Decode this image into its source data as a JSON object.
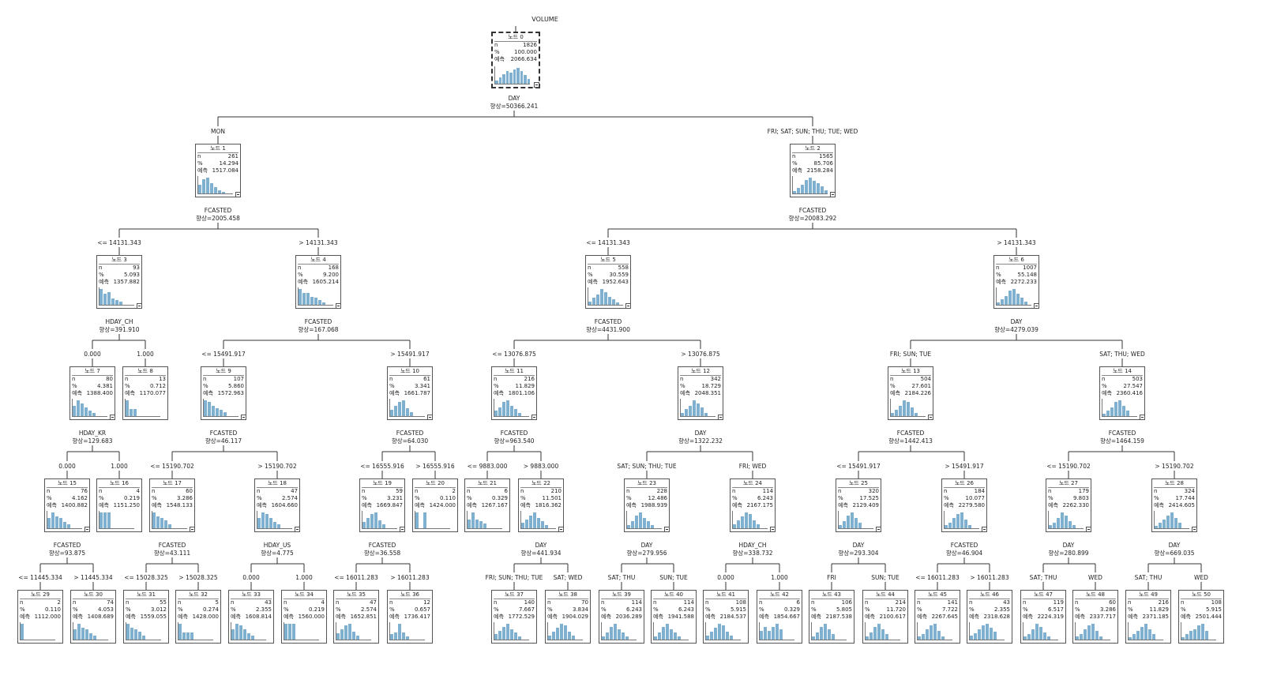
{
  "tree": {
    "target": "VOLUME",
    "nodes": [
      {
        "id": 0,
        "title": "노드 0",
        "n": "1826",
        "pct": "100.000",
        "pred": "2066.634",
        "hist": [
          4,
          7,
          11,
          14,
          13,
          16,
          18,
          14,
          10,
          5
        ],
        "split_var": "DAY",
        "split_gain": "향상=50366.241"
      },
      {
        "id": 1,
        "title": "노드 1",
        "n": "261",
        "pct": "14.294",
        "pred": "1517.084",
        "hist": [
          10,
          16,
          18,
          12,
          7,
          4,
          2
        ],
        "edge": "MON",
        "split_var": "FCASTED",
        "split_gain": "향상=2005.458"
      },
      {
        "id": 2,
        "title": "노드 2",
        "n": "1565",
        "pct": "85.706",
        "pred": "2158.284",
        "hist": [
          3,
          6,
          10,
          15,
          18,
          14,
          12,
          8,
          4
        ],
        "edge": "FRI; SAT; SUN; THU; TUE; WED",
        "split_var": "FCASTED",
        "split_gain": "향상=20083.292"
      },
      {
        "id": 3,
        "title": "노드 3",
        "n": "93",
        "pct": "5.093",
        "pred": "1357.882",
        "hist": [
          20,
          14,
          16,
          8,
          6,
          4
        ],
        "edge": "<= 14131.343",
        "split_var": "HDAY_CH",
        "split_gain": "향상=391.910"
      },
      {
        "id": 4,
        "title": "노드 4",
        "n": "168",
        "pct": "9.200",
        "pred": "1605.214",
        "hist": [
          16,
          12,
          12,
          8,
          7,
          5,
          2
        ],
        "edge": "> 14131.343",
        "split_var": "FCASTED",
        "split_gain": "향상=167.068"
      },
      {
        "id": 5,
        "title": "노드 5",
        "n": "558",
        "pct": "30.559",
        "pred": "1952.643",
        "hist": [
          4,
          8,
          12,
          18,
          14,
          9,
          6,
          3
        ],
        "edge": "<= 14131.343",
        "split_var": "FCASTED",
        "split_gain": "향상=4431.900"
      },
      {
        "id": 6,
        "title": "노드 6",
        "n": "1007",
        "pct": "55.148",
        "pred": "2272.233",
        "hist": [
          3,
          6,
          10,
          16,
          18,
          13,
          8,
          4
        ],
        "edge": "> 14131.343",
        "split_var": "DAY",
        "split_gain": "향상=4279.039"
      },
      {
        "id": 7,
        "title": "노드 7",
        "n": "80",
        "pct": "4.381",
        "pred": "1388.400",
        "hist": [
          12,
          18,
          14,
          10,
          6,
          4
        ],
        "edge": "0.000",
        "split_var": "HDAY_KR",
        "split_gain": "향상=129.683"
      },
      {
        "id": 8,
        "title": "노드 8",
        "n": "13",
        "pct": "0.712",
        "pred": "1170.077",
        "hist": [
          18,
          8,
          8,
          0,
          0
        ],
        "edge": "1.000"
      },
      {
        "id": 9,
        "title": "노드 9",
        "n": "107",
        "pct": "5.860",
        "pred": "1572.963",
        "hist": [
          16,
          14,
          10,
          8,
          6,
          4
        ],
        "edge": "<= 15491.917",
        "split_var": "FCASTED",
        "split_gain": "향상=46.117"
      },
      {
        "id": 10,
        "title": "노드 10",
        "n": "61",
        "pct": "3.341",
        "pred": "1661.787",
        "hist": [
          6,
          10,
          14,
          16,
          8,
          4
        ],
        "edge": "> 15491.917",
        "split_var": "FCASTED",
        "split_gain": "향상=64.030"
      },
      {
        "id": 11,
        "title": "노드 11",
        "n": "216",
        "pct": "11.829",
        "pred": "1801.106",
        "hist": [
          6,
          10,
          16,
          18,
          12,
          8,
          4
        ],
        "edge": "<= 13076.875",
        "split_var": "FCASTED",
        "split_gain": "향상=963.540"
      },
      {
        "id": 12,
        "title": "노드 12",
        "n": "342",
        "pct": "18.729",
        "pred": "2048.351",
        "hist": [
          4,
          8,
          12,
          18,
          14,
          10,
          4
        ],
        "edge": "> 13076.875",
        "split_var": "DAY",
        "split_gain": "향상=1322.232"
      },
      {
        "id": 13,
        "title": "노드 13",
        "n": "504",
        "pct": "27.601",
        "pred": "2184.226",
        "hist": [
          4,
          7,
          12,
          18,
          16,
          10,
          4
        ],
        "edge": "FRI; SUN; TUE",
        "split_var": "FCASTED",
        "split_gain": "향상=1442.413"
      },
      {
        "id": 14,
        "title": "노드 14",
        "n": "503",
        "pct": "27.547",
        "pred": "2360.416",
        "hist": [
          3,
          6,
          10,
          16,
          18,
          12,
          6
        ],
        "edge": "SAT; THU; WED",
        "split_var": "FCASTED",
        "split_gain": "향상=1464.159"
      },
      {
        "id": 15,
        "title": "노드 15",
        "n": "76",
        "pct": "4.162",
        "pred": "1400.882",
        "hist": [
          10,
          16,
          12,
          10,
          6,
          4
        ],
        "edge": "0.000",
        "split_var": "FCASTED",
        "split_gain": "향상=93.875"
      },
      {
        "id": 16,
        "title": "노드 16",
        "n": "4",
        "pct": "0.219",
        "pred": "1151.250",
        "hist": [
          18,
          18,
          18,
          0
        ],
        "edge": "1.000"
      },
      {
        "id": 17,
        "title": "노드 17",
        "n": "60",
        "pct": "3.286",
        "pred": "1548.133",
        "hist": [
          16,
          12,
          10,
          8,
          4
        ],
        "edge": "<= 15190.702",
        "split_var": "FCASTED",
        "split_gain": "향상=43.111"
      },
      {
        "id": 18,
        "title": "노드 18",
        "n": "47",
        "pct": "2.574",
        "pred": "1604.660",
        "hist": [
          10,
          16,
          14,
          10,
          6,
          4
        ],
        "edge": "> 15190.702",
        "split_var": "HDAY_US",
        "split_gain": "향상=4.775"
      },
      {
        "id": 19,
        "title": "노드 19",
        "n": "59",
        "pct": "3.231",
        "pred": "1669.847",
        "hist": [
          6,
          10,
          14,
          16,
          8,
          4
        ],
        "edge": "<= 16555.916",
        "split_var": "FCASTED",
        "split_gain": "향상=36.558"
      },
      {
        "id": 20,
        "title": "노드 20",
        "n": "2",
        "pct": "0.110",
        "pred": "1424.000",
        "hist": [
          18,
          0,
          18
        ],
        "edge": "> 16555.916"
      },
      {
        "id": 21,
        "title": "노드 21",
        "n": "6",
        "pct": "0.329",
        "pred": "1267.167",
        "hist": [
          8,
          14,
          8,
          6,
          4
        ],
        "edge": "<= 9883.000"
      },
      {
        "id": 22,
        "title": "노드 22",
        "n": "210",
        "pct": "11.501",
        "pred": "1816.362",
        "hist": [
          6,
          10,
          14,
          18,
          12,
          8,
          4
        ],
        "edge": "> 9883.000",
        "split_var": "DAY",
        "split_gain": "향상=441.934"
      },
      {
        "id": 23,
        "title": "노드 23",
        "n": "228",
        "pct": "12.486",
        "pred": "1988.939",
        "hist": [
          4,
          8,
          14,
          18,
          12,
          8,
          4
        ],
        "edge": "SAT; SUN; THU; TUE",
        "split_var": "DAY",
        "split_gain": "향상=279.956"
      },
      {
        "id": 24,
        "title": "노드 24",
        "n": "114",
        "pct": "6.243",
        "pred": "2167.175",
        "hist": [
          4,
          8,
          12,
          16,
          14,
          8,
          4
        ],
        "edge": "FRI; WED",
        "split_var": "HDAY_CH",
        "split_gain": "향상=338.732"
      },
      {
        "id": 25,
        "title": "노드 25",
        "n": "320",
        "pct": "17.525",
        "pred": "2129.409",
        "hist": [
          4,
          8,
          14,
          18,
          12,
          6
        ],
        "edge": "<= 15491.917",
        "split_var": "DAY",
        "split_gain": "향상=293.304"
      },
      {
        "id": 26,
        "title": "노드 26",
        "n": "184",
        "pct": "10.077",
        "pred": "2279.580",
        "hist": [
          4,
          6,
          12,
          16,
          18,
          10,
          4
        ],
        "edge": "> 15491.917",
        "split_var": "FCASTED",
        "split_gain": "향상=46.904"
      },
      {
        "id": 27,
        "title": "노드 27",
        "n": "179",
        "pct": "9.803",
        "pred": "2262.330",
        "hist": [
          4,
          6,
          12,
          18,
          14,
          8,
          4
        ],
        "edge": "<= 15190.702",
        "split_var": "DAY",
        "split_gain": "향상=280.899"
      },
      {
        "id": 28,
        "title": "노드 28",
        "n": "324",
        "pct": "17.744",
        "pred": "2414.605",
        "hist": [
          3,
          6,
          10,
          14,
          18,
          12,
          6
        ],
        "edge": "> 15190.702",
        "split_var": "DAY",
        "split_gain": "향상=669.035"
      },
      {
        "id": 29,
        "title": "노드 29",
        "n": "2",
        "pct": "0.110",
        "pred": "1112.000",
        "hist": [
          20,
          0,
          0,
          0
        ],
        "edge": "<= 11445.334"
      },
      {
        "id": 30,
        "title": "노드 30",
        "n": "74",
        "pct": "4.053",
        "pred": "1408.689",
        "hist": [
          10,
          16,
          12,
          10,
          6,
          4
        ],
        "edge": "> 11445.334"
      },
      {
        "id": 31,
        "title": "노드 31",
        "n": "55",
        "pct": "3.012",
        "pred": "1559.055",
        "hist": [
          16,
          12,
          10,
          8,
          4
        ],
        "edge": "<= 15028.325"
      },
      {
        "id": 32,
        "title": "노드 32",
        "n": "5",
        "pct": "0.274",
        "pred": "1428.000",
        "hist": [
          18,
          8,
          8,
          8
        ],
        "edge": "> 15028.325"
      },
      {
        "id": 33,
        "title": "노드 33",
        "n": "43",
        "pct": "2.355",
        "pred": "1608.814",
        "hist": [
          10,
          16,
          14,
          10,
          6,
          4
        ],
        "edge": "0.000"
      },
      {
        "id": 34,
        "title": "노드 34",
        "n": "4",
        "pct": "0.219",
        "pred": "1560.000",
        "hist": [
          18,
          18,
          18,
          0
        ],
        "edge": "1.000"
      },
      {
        "id": 35,
        "title": "노드 35",
        "n": "47",
        "pct": "2.574",
        "pred": "1652.851",
        "hist": [
          6,
          10,
          14,
          16,
          8,
          4
        ],
        "edge": "<= 16011.283"
      },
      {
        "id": 36,
        "title": "노드 36",
        "n": "12",
        "pct": "0.657",
        "pred": "1736.417",
        "hist": [
          6,
          8,
          18,
          8,
          4
        ],
        "edge": "> 16011.283"
      },
      {
        "id": 37,
        "title": "노드 37",
        "n": "140",
        "pct": "7.667",
        "pred": "1772.529",
        "hist": [
          6,
          10,
          14,
          18,
          12,
          8,
          4
        ],
        "edge": "FRI; SUN; THU; TUE"
      },
      {
        "id": 38,
        "title": "노드 38",
        "n": "70",
        "pct": "3.834",
        "pred": "1904.029",
        "hist": [
          4,
          8,
          12,
          16,
          14,
          8,
          4
        ],
        "edge": "SAT; WED"
      },
      {
        "id": 39,
        "title": "노드 39",
        "n": "114",
        "pct": "6.243",
        "pred": "2036.289",
        "hist": [
          4,
          8,
          14,
          18,
          12,
          8,
          4
        ],
        "edge": "SAT; THU"
      },
      {
        "id": 40,
        "title": "노드 40",
        "n": "114",
        "pct": "6.243",
        "pred": "1941.588",
        "hist": [
          4,
          8,
          14,
          18,
          12,
          8,
          4
        ],
        "edge": "SUN; TUE"
      },
      {
        "id": 41,
        "title": "노드 41",
        "n": "108",
        "pct": "5.915",
        "pred": "2184.537",
        "hist": [
          4,
          8,
          12,
          16,
          14,
          8,
          4
        ],
        "edge": "0.000"
      },
      {
        "id": 42,
        "title": "노드 42",
        "n": "6",
        "pct": "0.329",
        "pred": "1854.667",
        "hist": [
          10,
          14,
          10,
          14,
          18,
          12
        ],
        "edge": "1.000"
      },
      {
        "id": 43,
        "title": "노드 43",
        "n": "106",
        "pct": "5.805",
        "pred": "2187.538",
        "hist": [
          4,
          8,
          14,
          18,
          12,
          6
        ],
        "edge": "FRI"
      },
      {
        "id": 44,
        "title": "노드 44",
        "n": "214",
        "pct": "11.720",
        "pred": "2100.617",
        "hist": [
          4,
          8,
          14,
          18,
          12,
          6
        ],
        "edge": "SUN; TUE"
      },
      {
        "id": 45,
        "title": "노드 45",
        "n": "141",
        "pct": "7.722",
        "pred": "2267.645",
        "hist": [
          4,
          6,
          12,
          16,
          18,
          10,
          4
        ],
        "edge": "<= 16011.283"
      },
      {
        "id": 46,
        "title": "노드 46",
        "n": "43",
        "pct": "2.355",
        "pred": "2318.628",
        "hist": [
          4,
          6,
          10,
          14,
          16,
          12,
          8
        ],
        "edge": "> 16011.283"
      },
      {
        "id": 47,
        "title": "노드 47",
        "n": "119",
        "pct": "6.517",
        "pred": "2224.319",
        "hist": [
          4,
          6,
          12,
          18,
          14,
          8,
          4
        ],
        "edge": "SAT; THU"
      },
      {
        "id": 48,
        "title": "노드 48",
        "n": "60",
        "pct": "3.286",
        "pred": "2337.717",
        "hist": [
          4,
          6,
          12,
          16,
          18,
          10,
          4
        ],
        "edge": "WED"
      },
      {
        "id": 49,
        "title": "노드 49",
        "n": "216",
        "pct": "11.829",
        "pred": "2371.185",
        "hist": [
          3,
          6,
          10,
          14,
          18,
          12,
          6
        ],
        "edge": "SAT; THU"
      },
      {
        "id": 50,
        "title": "노드 50",
        "n": "108",
        "pct": "5.915",
        "pred": "2501.444",
        "hist": [
          3,
          6,
          10,
          12,
          16,
          18,
          10
        ],
        "edge": "WED"
      }
    ],
    "labels": {
      "n": "n",
      "pct": "%",
      "pred": "예측"
    },
    "colors": {
      "hist": "#7fb0cf",
      "line": "#333333",
      "border": "#555555"
    }
  }
}
